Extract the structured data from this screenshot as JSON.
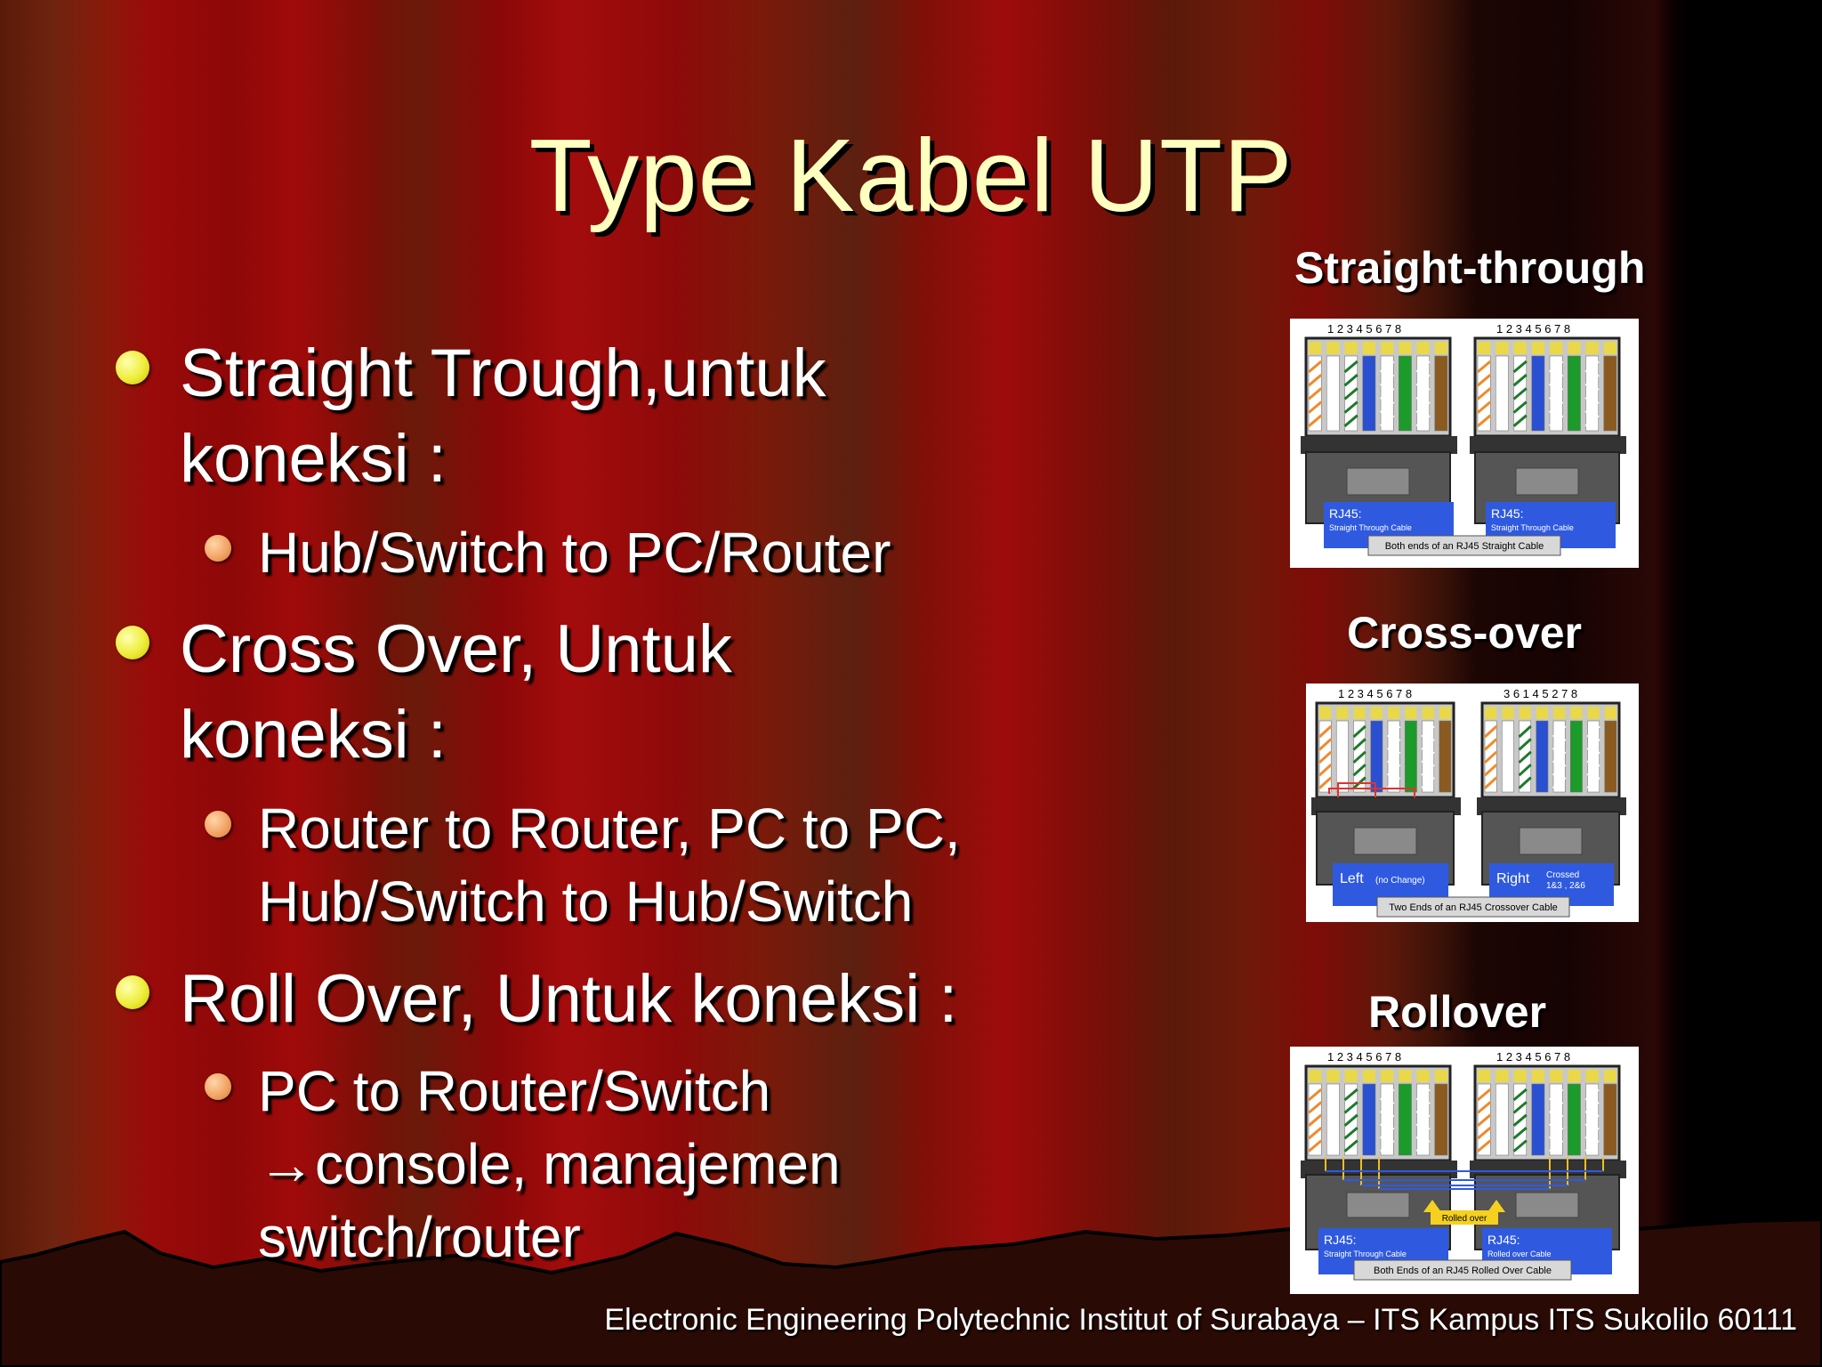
{
  "slide": {
    "title": "Type Kabel UTP",
    "bullets": [
      {
        "text_lines": [
          "Straight Trough,untuk",
          "koneksi :"
        ],
        "sub": [
          "Hub/Switch to PC/Router"
        ]
      },
      {
        "text_lines": [
          "Cross Over, Untuk",
          "koneksi :"
        ],
        "sub": [
          "Router to Router, PC to PC,",
          "Hub/Switch to Hub/Switch"
        ]
      },
      {
        "text_lines": [
          "Roll Over, Untuk koneksi :"
        ],
        "sub": [
          "PC to Router/Switch",
          "→console, manajemen",
          "switch/router"
        ]
      }
    ],
    "footer": "Electronic Engineering Polytechnic Institut of Surabaya – ITS Kampus ITS Sukolilo 60111"
  },
  "diagrams": {
    "pin_numbers": "1 2 3 4 5 6 7 8",
    "crossed_pin_numbers": "3 6 1 4 5 2 7 8",
    "straight": {
      "caption": "Straight-through",
      "left_label": "RJ45:",
      "left_sub": "Straight Through Cable",
      "right_label": "RJ45:",
      "right_sub": "Straight Through Cable",
      "banner": "Both ends of an RJ45 Straight Cable"
    },
    "cross": {
      "caption": "Cross-over",
      "left_label": "Left",
      "left_sub": "(no Change)",
      "right_label": "Right",
      "right_sub": "Crossed",
      "right_sub2": "1&3 , 2&6",
      "banner": "Two Ends of an RJ45 Crossover Cable"
    },
    "rollover": {
      "caption": "Rollover",
      "left_label": "RJ45:",
      "left_sub": "Straight Through Cable",
      "right_label": "RJ45:",
      "right_sub": "Rolled over Cable",
      "center_tag": "Rolled over",
      "banner": "Both Ends of an RJ45 Rolled Over Cable"
    },
    "wire_colors": [
      "#f08a2c",
      "#ffffff",
      "#1c7a2a",
      "#2a4fd0",
      "#ffffff",
      "#1c9a2a",
      "#ffffff",
      "#8a5a20"
    ],
    "accent_blue": "#2f5ae0"
  }
}
